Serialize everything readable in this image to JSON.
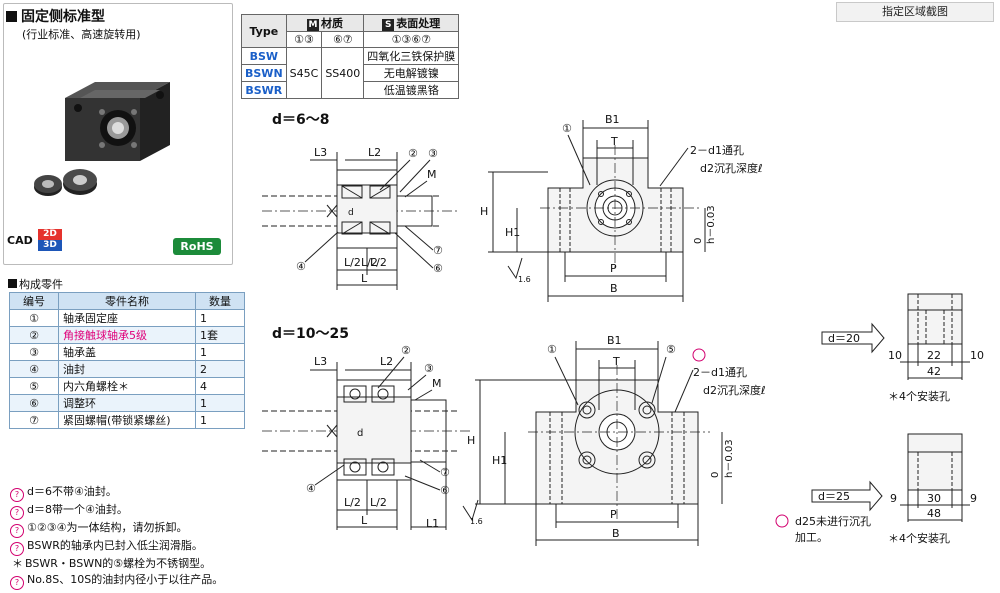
{
  "title": "固定侧标准型",
  "subtitle": "(行业标准、高速旋转用)",
  "cad": {
    "label": "CAD",
    "d2": "2D",
    "d3": "3D"
  },
  "rohs": "RoHS",
  "toolbar": {
    "select_area": "指定区域截图"
  },
  "material_table": {
    "h_type": "Type",
    "h_material": "材质",
    "h_material_mark": "M",
    "h_surface": "表面处理",
    "h_surface_mark": "S",
    "sub1": "①③",
    "sub2": "⑥⑦",
    "sub3": "①③⑥⑦",
    "types": [
      "BSW",
      "BSWN",
      "BSWR"
    ],
    "mat1": "S45C",
    "mat2": "SS400",
    "surfaces": [
      "四氧化三铁保护膜",
      "无电解镀镍",
      "低温镀黑铬"
    ]
  },
  "parts_title": "构成零件",
  "parts": {
    "headers": [
      "编号",
      "零件名称",
      "数量"
    ],
    "rows": [
      {
        "no": "①",
        "name": "轴承固定座",
        "qty": "1"
      },
      {
        "no": "②",
        "name": "角接触球轴承5级",
        "qty": "1套"
      },
      {
        "no": "③",
        "name": "轴承盖",
        "qty": "1"
      },
      {
        "no": "④",
        "name": "油封",
        "qty": "2"
      },
      {
        "no": "⑤",
        "name": "内六角螺栓＊",
        "qty": "4"
      },
      {
        "no": "⑥",
        "name": "调整环",
        "qty": "1"
      },
      {
        "no": "⑦",
        "name": "紧固螺帽(带锁紧螺丝)",
        "qty": "1"
      }
    ]
  },
  "notes": [
    "d＝6不带④油封。",
    "d＝8带一个④油封。",
    "①②③④为一体结构，请勿拆卸。",
    "BSWR的轴承内已封入低尘润滑脂。",
    "BSWR・BSWN的⑤螺栓为不锈钢型。",
    "No.8S、10S的油封内径小于以往产品。"
  ],
  "notes_star_mark": "＊",
  "diagram1": {
    "label": "d＝6～8",
    "L3": "L3",
    "L2": "L2",
    "L": "L",
    "Lhalf": "L/2",
    "M": "M",
    "d": "d",
    "c1": "①",
    "c2": "②",
    "c3": "③",
    "c4": "④",
    "c6": "⑥",
    "c7": "⑦",
    "B1": "B1",
    "T": "T",
    "H": "H",
    "H1": "H1",
    "P": "P",
    "B": "B",
    "hole1": "2－d1通孔",
    "hole2": "d2沉孔深度ℓ",
    "tol_top": "0",
    "tol_bottom": "h－0.03",
    "rough": "1.6"
  },
  "diagram2": {
    "label": "d＝10～25",
    "L3": "L3",
    "L2": "L2",
    "L": "L",
    "L1": "L1",
    "Lhalf": "L/2",
    "M": "M",
    "d": "d",
    "c1": "①",
    "c2": "②",
    "c3": "③",
    "c4": "④",
    "c5": "⑤",
    "c6": "⑥",
    "c7": "⑦",
    "B1": "B1",
    "T": "T",
    "H": "H",
    "H1": "H1",
    "P": "P",
    "B": "B",
    "hole1": "2－d1通孔",
    "hole2": "d2沉孔深度ℓ",
    "tol_top": "0",
    "tol_bottom": "h－0.03",
    "rough": "1.6"
  },
  "side20": {
    "d": "d＝20",
    "a": "10",
    "b": "22",
    "c": "10",
    "w": "42",
    "note": "＊4个安装孔"
  },
  "side25": {
    "d": "d＝25",
    "a": "9",
    "b": "30",
    "c": "9",
    "w": "48",
    "note": "＊4个安装孔",
    "note2a": "d25未进行沉孔",
    "note2b": "加工。"
  },
  "colors": {
    "accent_blue": "#1a5fc8",
    "tip_magenta": "#d2006f",
    "rohs_green": "#1c8b3a"
  }
}
